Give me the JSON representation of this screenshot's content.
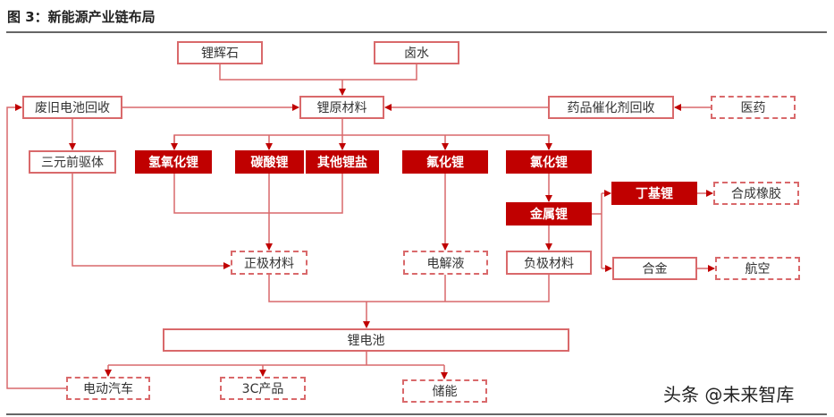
{
  "title": "图 3：新能源产业链布局",
  "watermark": "头条 @未来智库",
  "colors": {
    "accent": "#c00000",
    "line": "#d9696b"
  },
  "nodes": {
    "spodumene": {
      "label": "锂辉石",
      "style": "outline"
    },
    "brine": {
      "label": "卤水",
      "style": "outline"
    },
    "battery_recycling": {
      "label": "废旧电池回收",
      "style": "outline"
    },
    "lithium_raw": {
      "label": "锂原材料",
      "style": "outline"
    },
    "catalyst_recycling": {
      "label": "药品催化剂回收",
      "style": "outline"
    },
    "medicine": {
      "label": "医药",
      "style": "dashed"
    },
    "ternary_precursor": {
      "label": "三元前驱体",
      "style": "outline"
    },
    "lithium_hydroxide": {
      "label": "氢氧化锂",
      "style": "filled"
    },
    "lithium_carbonate": {
      "label": "碳酸锂",
      "style": "filled"
    },
    "other_salts": {
      "label": "其他锂盐",
      "style": "filled"
    },
    "lithium_fluoride": {
      "label": "氟化锂",
      "style": "filled"
    },
    "lithium_chloride": {
      "label": "氯化锂",
      "style": "filled"
    },
    "butyllithium": {
      "label": "丁基锂",
      "style": "filled"
    },
    "synthetic_rubber": {
      "label": "合成橡胶",
      "style": "dashed"
    },
    "lithium_metal": {
      "label": "金属锂",
      "style": "filled"
    },
    "cathode": {
      "label": "正极材料",
      "style": "dashed"
    },
    "electrolyte": {
      "label": "电解液",
      "style": "dashed"
    },
    "anode": {
      "label": "负极材料",
      "style": "outline"
    },
    "alloy": {
      "label": "合金",
      "style": "outline"
    },
    "aviation": {
      "label": "航空",
      "style": "dashed"
    },
    "lithium_battery": {
      "label": "锂电池",
      "style": "outline"
    },
    "ev": {
      "label": "电动汽车",
      "style": "dashed"
    },
    "consumer_3c": {
      "label": "3C产品",
      "style": "dashed"
    },
    "energy_storage": {
      "label": "储能",
      "style": "dashed"
    }
  }
}
